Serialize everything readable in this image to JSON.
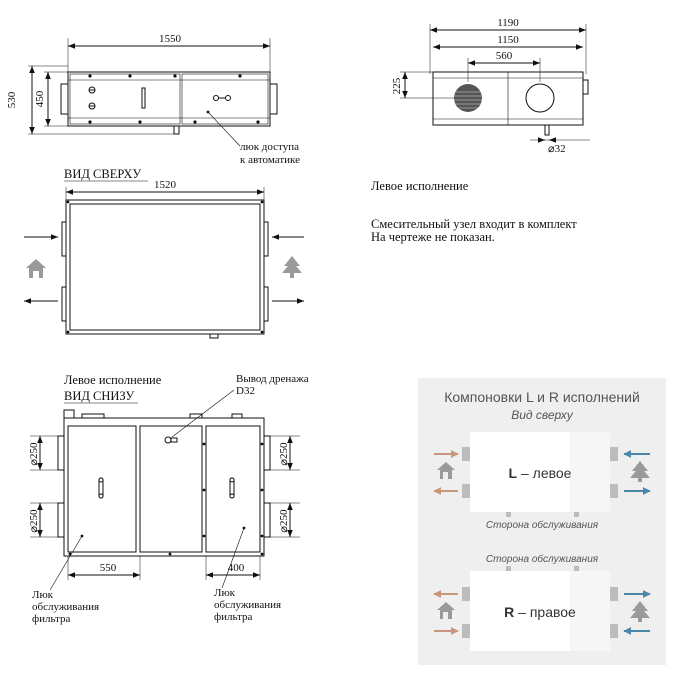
{
  "top_view_front": {
    "dim_length": "1550",
    "dim_height_total": "530",
    "dim_height_body": "450",
    "automation_hatch_label_1": "люк доступа",
    "automation_hatch_label_2": "к автоматике"
  },
  "side_view": {
    "dim_total": "1190",
    "dim_body": "1150",
    "dim_inner": "560",
    "dim_height": "225",
    "dim_drain": "32"
  },
  "notes": {
    "variant_left": "Левое исполнение",
    "mixing_line_1": "Смесительный узел входит в комплект",
    "mixing_line_2": "На чертеже не показан."
  },
  "top_view": {
    "title": "ВИД СВЕРХУ",
    "dim_width": "1520"
  },
  "bottom_view": {
    "variant_label": "Левое исполнение",
    "title": "ВИД СНИЗУ",
    "drain_label_1": "Вывод дренажа",
    "drain_label_2": "D32",
    "dim_250_a": "250",
    "dim_250_b": "250",
    "dim_250_c": "250",
    "dim_250_d": "250",
    "dim_550": "550",
    "dim_400": "400",
    "filter_hatch_left": [
      "Люк",
      "обслуживания",
      "фильтра"
    ],
    "filter_hatch_right": [
      "Люк",
      "обслуживания",
      "фильтра"
    ]
  },
  "layout_panel": {
    "title": "Компоновки L и R исполнений",
    "subtitle": "Вид сверху",
    "left_letter": "L",
    "left_text": " – левое",
    "service_side_1": "Сторона обслуживания",
    "service_side_2": "Сторона обслуживания",
    "right_letter": "R",
    "right_text": " – правое",
    "colors": {
      "panel_bg": "#efefef",
      "arrow_warm": "#c8967a",
      "arrow_cold": "#4a87a8",
      "icon_gray": "#9a9a9a",
      "unit_fill": "#ffffff"
    }
  }
}
